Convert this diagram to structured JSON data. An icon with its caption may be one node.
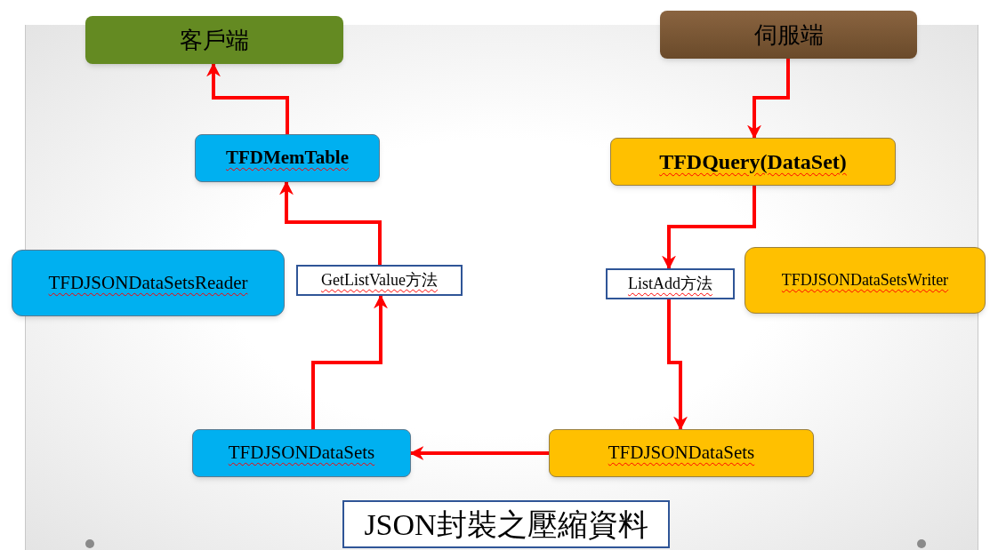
{
  "diagram": {
    "nodes": [
      {
        "text": [
          "客戶端"
        ]
      },
      {
        "text": [
          "伺服端"
        ]
      },
      {
        "text": [
          "TFDMemTable"
        ]
      },
      {
        "text": [
          "TFDQuery(DataSet)"
        ]
      },
      {
        "text": [
          "TFDJSONDataSetsReader"
        ]
      },
      {
        "text": [
          "GetListValue方法"
        ]
      },
      {
        "text": [
          "ListAdd方法"
        ]
      },
      {
        "text": [
          "TFDJSONDataSetsWriter"
        ]
      },
      {
        "text": [
          "TFDJSONDataSets"
        ]
      },
      {
        "text": [
          "TFDJSONDataSets"
        ]
      },
      {
        "text": [
          "JSON封裝之壓縮資料"
        ]
      }
    ],
    "edges": [
      {
        "from": 2,
        "to": 0,
        "arrow": "to"
      },
      {
        "from": 5,
        "to": 2,
        "arrow": "to"
      },
      {
        "from": 8,
        "to": 5,
        "arrow": "to"
      },
      {
        "from": 1,
        "to": 3,
        "arrow": "to"
      },
      {
        "from": 3,
        "to": 6,
        "arrow": "to"
      },
      {
        "from": 6,
        "to": 9,
        "arrow": "to"
      },
      {
        "from": 9,
        "to": 8,
        "arrow": "to"
      }
    ]
  }
}
